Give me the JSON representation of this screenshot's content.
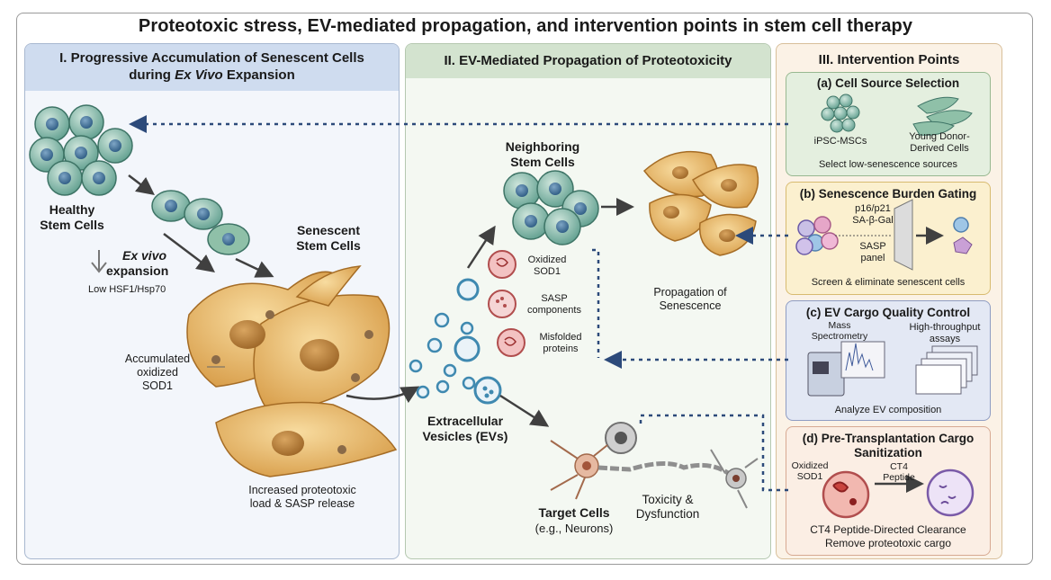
{
  "title": "Proteotoxic stress, EV-mediated propagation, and intervention points in stem cell therapy",
  "panel1": {
    "heading_line1": "I. Progressive Accumulation of Senescent Cells",
    "heading_pre": "during ",
    "heading_italic": "Ex Vivo",
    "heading_post": " Expansion",
    "healthy_line1": "Healthy",
    "healthy_line2": "Stem Cells",
    "exvivo_italic": "Ex vivo",
    "exvivo_line2": "expansion",
    "low_hsf1": "Low HSF1/Hsp70",
    "senescent_line1": "Senescent",
    "senescent_line2": "Stem Cells",
    "accum_line1": "Accumulated",
    "accum_line2": "oxidized",
    "accum_line3": "SOD1",
    "increased_line1": "Increased proteotoxic",
    "increased_line2": "load & SASP release"
  },
  "panel2": {
    "heading": "II. EV-Mediated Propagation of Proteotoxicity",
    "neighboring_line1": "Neighboring",
    "neighboring_line2": "Stem Cells",
    "cargo1_line1": "Oxidized",
    "cargo1_line2": "SOD1",
    "cargo2_line1": "SASP",
    "cargo2_line2": "components",
    "cargo3_line1": "Misfolded",
    "cargo3_line2": "proteins",
    "propagation_line1": "Propagation of",
    "propagation_line2": "Senescence",
    "ev_line1": "Extracellular",
    "ev_line2": "Vesicles (EVs)",
    "target_line1": "Target Cells",
    "target_line2": "(e.g., Neurons)",
    "toxicity_line1": "Toxicity &",
    "toxicity_line2": "Dysfunction"
  },
  "panel3": {
    "heading": "III. Intervention Points",
    "a_title": "(a) Cell Source Selection",
    "a_ipsc": "iPSC-MSCs",
    "a_young_line1": "Young Donor-",
    "a_young_line2": "Derived Cells",
    "a_caption": "Select low-senescence sources",
    "b_title": "(b) Senescence Burden Gating",
    "b_m1": "p16/p21",
    "b_m2": "SA-β-Gal",
    "b_m3": "SASP",
    "b_m4": "panel",
    "b_caption": "Screen & eliminate senescent cells",
    "c_title": "(c) EV Cargo Quality Control",
    "c_mass_line1": "Mass",
    "c_mass_line2": "Spectrometry",
    "c_ht_line1": "High-throughput",
    "c_ht_line2": "assays",
    "c_caption": "Analyze EV composition",
    "d_title_line1": "(d) Pre-Transplantation Cargo",
    "d_title_line2": "Sanitization",
    "d_ox_line1": "Oxidized",
    "d_ox_line2": "SOD1",
    "d_ct4_line1": "CT4",
    "d_ct4_line2": "Peptide",
    "d_caption1": "CT4 Peptide-Directed Clearance",
    "d_caption2": "Remove proteotoxic cargo"
  },
  "colors": {
    "panel1_head": "#cfdcef",
    "panel2_head": "#d3e3cf",
    "panel3_bg": "#fbf2e6",
    "arrow_dotted": "#2c4a7a",
    "stem_cell": "#7fb8a8",
    "senescent_cell": "#e8b865"
  }
}
